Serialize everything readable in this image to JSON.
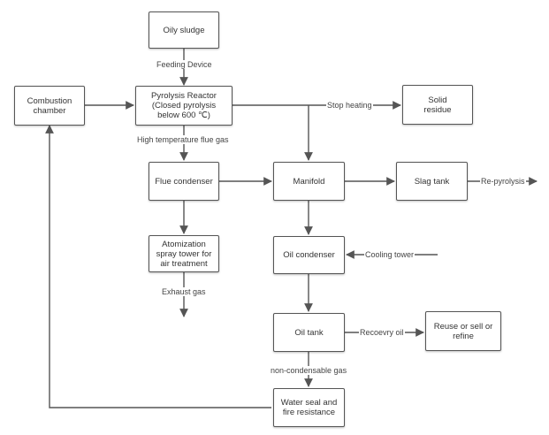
{
  "nodes": {
    "oily_sludge": "Oily sludge",
    "pyrolysis_reactor": "Pyrolysis Reactor\n(Closed  pyrolysis\nbelow 600 ℃)",
    "combustion_chamber": "Combustion\nchamber",
    "solid_residue": "Solid\nresidue",
    "flue_condenser": "Flue condenser",
    "manifold": "Manifold",
    "slag_tank": "Slag tank",
    "atomization_tower": "Atomization\nspray tower for\nair treatment",
    "oil_condenser": "Oil condenser",
    "oil_tank": "Oil tank",
    "reuse": "Reuse or sell or\nrefine",
    "water_seal": "Water seal and\nfire resistance"
  },
  "edge_labels": {
    "feeding_device": "Feeding Device",
    "stop_heating": "Stop heating",
    "high_temp_flue_gas": "High temperature flue gas",
    "re_pyrolysis": "Re-pyrolysis",
    "cooling_tower": "Cooling tower",
    "exhaust_gas": "Exhaust gas",
    "recovery_oil": "Recoevry oil",
    "non_condensable_gas": "non-condensable gas"
  }
}
